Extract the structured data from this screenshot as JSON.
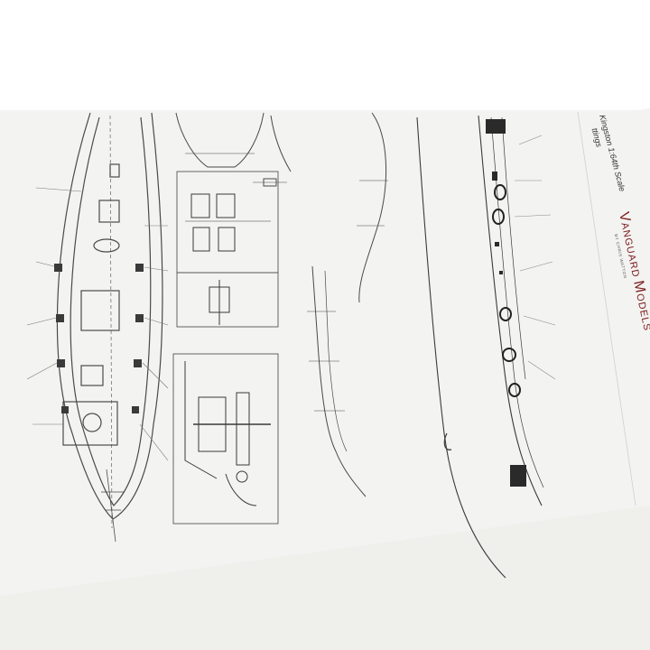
{
  "plan": {
    "title_block": {
      "title_line": "Kingston 1:64th Scale",
      "subtitle_line": "ttings"
    },
    "brand": {
      "name_v": "V",
      "name_rest1": "ANGUARD ",
      "name_m": "M",
      "name_rest2": "ODELS",
      "byline": "BY CHRIS WATTON"
    },
    "colors": {
      "sheet": "#f4f4f2",
      "ink": "#3a3a3a",
      "brand_red": "#c0392b"
    }
  }
}
